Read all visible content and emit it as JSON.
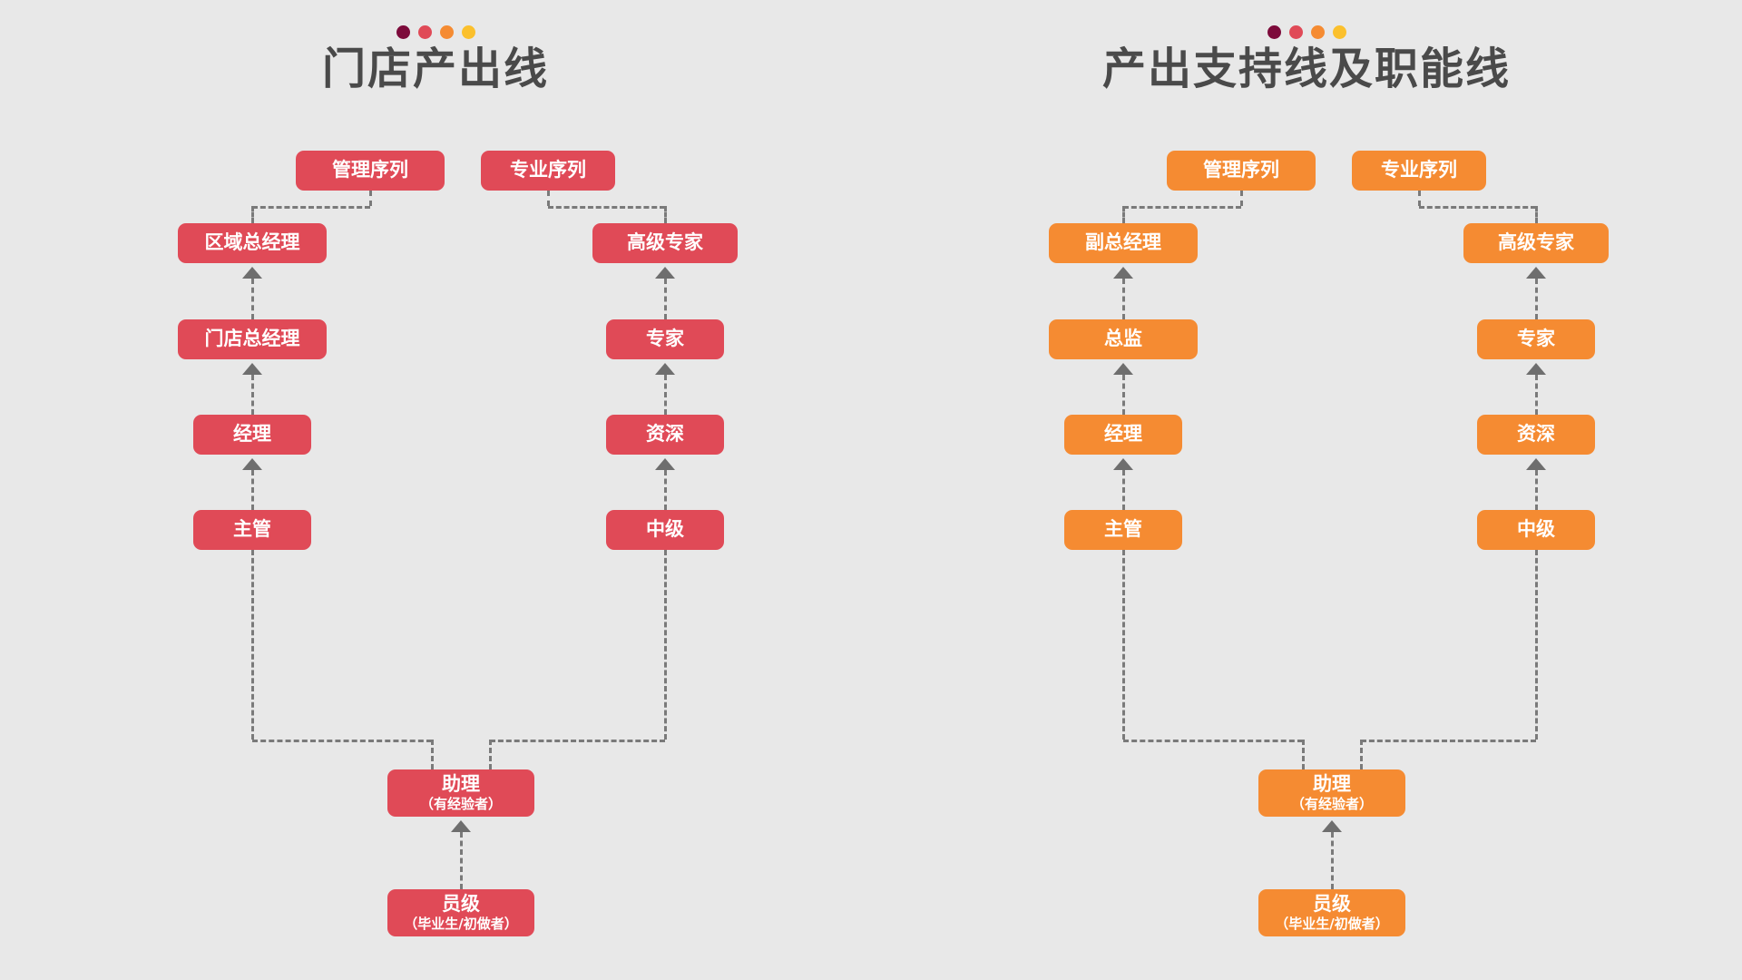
{
  "background_color": "#E8E8E8",
  "dot_colors": [
    "#7D0B3B",
    "#E04A57",
    "#F58B32",
    "#FBC02D"
  ],
  "groups": [
    {
      "id": "store-output-line",
      "title": "门店产出线",
      "accent_color": "#E04A57",
      "headers": [
        {
          "id": "management-sequence",
          "label": "管理序列"
        },
        {
          "id": "professional-sequence",
          "label": "专业序列"
        }
      ],
      "management_track": [
        {
          "id": "regional-gm",
          "label": "区域总经理"
        },
        {
          "id": "store-gm",
          "label": "门店总经理"
        },
        {
          "id": "manager",
          "label": "经理"
        },
        {
          "id": "supervisor",
          "label": "主管"
        }
      ],
      "professional_track": [
        {
          "id": "senior-expert",
          "label": "高级专家"
        },
        {
          "id": "expert",
          "label": "专家"
        },
        {
          "id": "senior",
          "label": "资深"
        },
        {
          "id": "intermediate",
          "label": "中级"
        }
      ],
      "shared_base": [
        {
          "id": "assistant",
          "label": "助理",
          "sublabel": "（有经验者）"
        },
        {
          "id": "entry-level",
          "label": "员级",
          "sublabel": "（毕业生/初做者）"
        }
      ]
    },
    {
      "id": "output-support-and-function-line",
      "title": "产出支持线及职能线",
      "accent_color": "#F58B32",
      "headers": [
        {
          "id": "management-sequence",
          "label": "管理序列"
        },
        {
          "id": "professional-sequence",
          "label": "专业序列"
        }
      ],
      "management_track": [
        {
          "id": "deputy-gm",
          "label": "副总经理"
        },
        {
          "id": "director",
          "label": "总监"
        },
        {
          "id": "manager",
          "label": "经理"
        },
        {
          "id": "supervisor",
          "label": "主管"
        }
      ],
      "professional_track": [
        {
          "id": "senior-expert",
          "label": "高级专家"
        },
        {
          "id": "expert",
          "label": "专家"
        },
        {
          "id": "senior",
          "label": "资深"
        },
        {
          "id": "intermediate",
          "label": "中级"
        }
      ],
      "shared_base": [
        {
          "id": "assistant",
          "label": "助理",
          "sublabel": "（有经验者）"
        },
        {
          "id": "entry-level",
          "label": "员级",
          "sublabel": "（毕业生/初做者）"
        }
      ]
    }
  ]
}
